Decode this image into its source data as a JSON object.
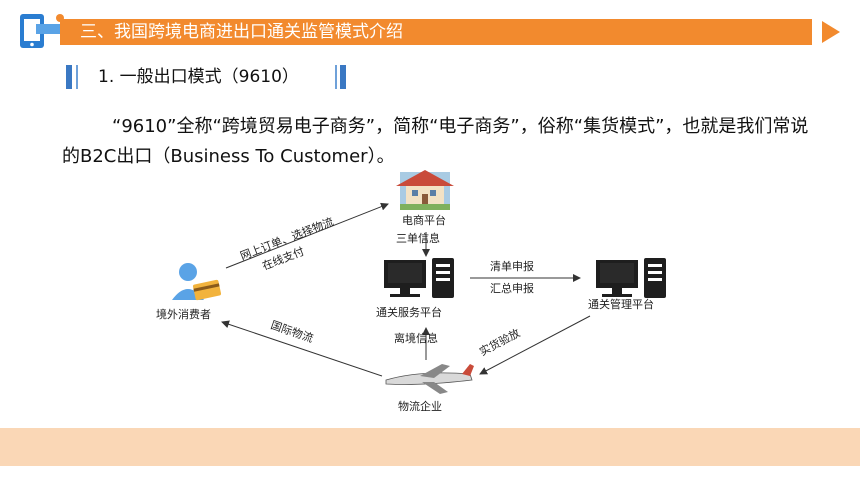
{
  "header": {
    "title": "三、我国跨境电商进出口通关监管模式介绍"
  },
  "subheading": "1. 一般出口模式（9610）",
  "paragraph": "“9610”全称“跨境贸易电子商务”，简称“电子商务”，俗称“集货模式”，也就是我们常说的B2C出口（Business To Customer）。",
  "diagram": {
    "nodes": {
      "ecommerce": "电商平台",
      "consumer": "境外消费者",
      "service": "通关服务平台",
      "customs": "通关管理平台",
      "logistics": "物流企业"
    },
    "edges": {
      "order_line1": "网上订单、选择物流",
      "order_line2": "在线支付",
      "three_docs": "三单信息",
      "declare1": "清单申报",
      "declare2": "汇总申报",
      "departure": "离境信息",
      "inspection": "实货验放",
      "intl_logistics": "国际物流"
    }
  },
  "colors": {
    "accent": "#F28A2E",
    "footer": "#FAD7B6",
    "blue": "#3a78c3"
  }
}
